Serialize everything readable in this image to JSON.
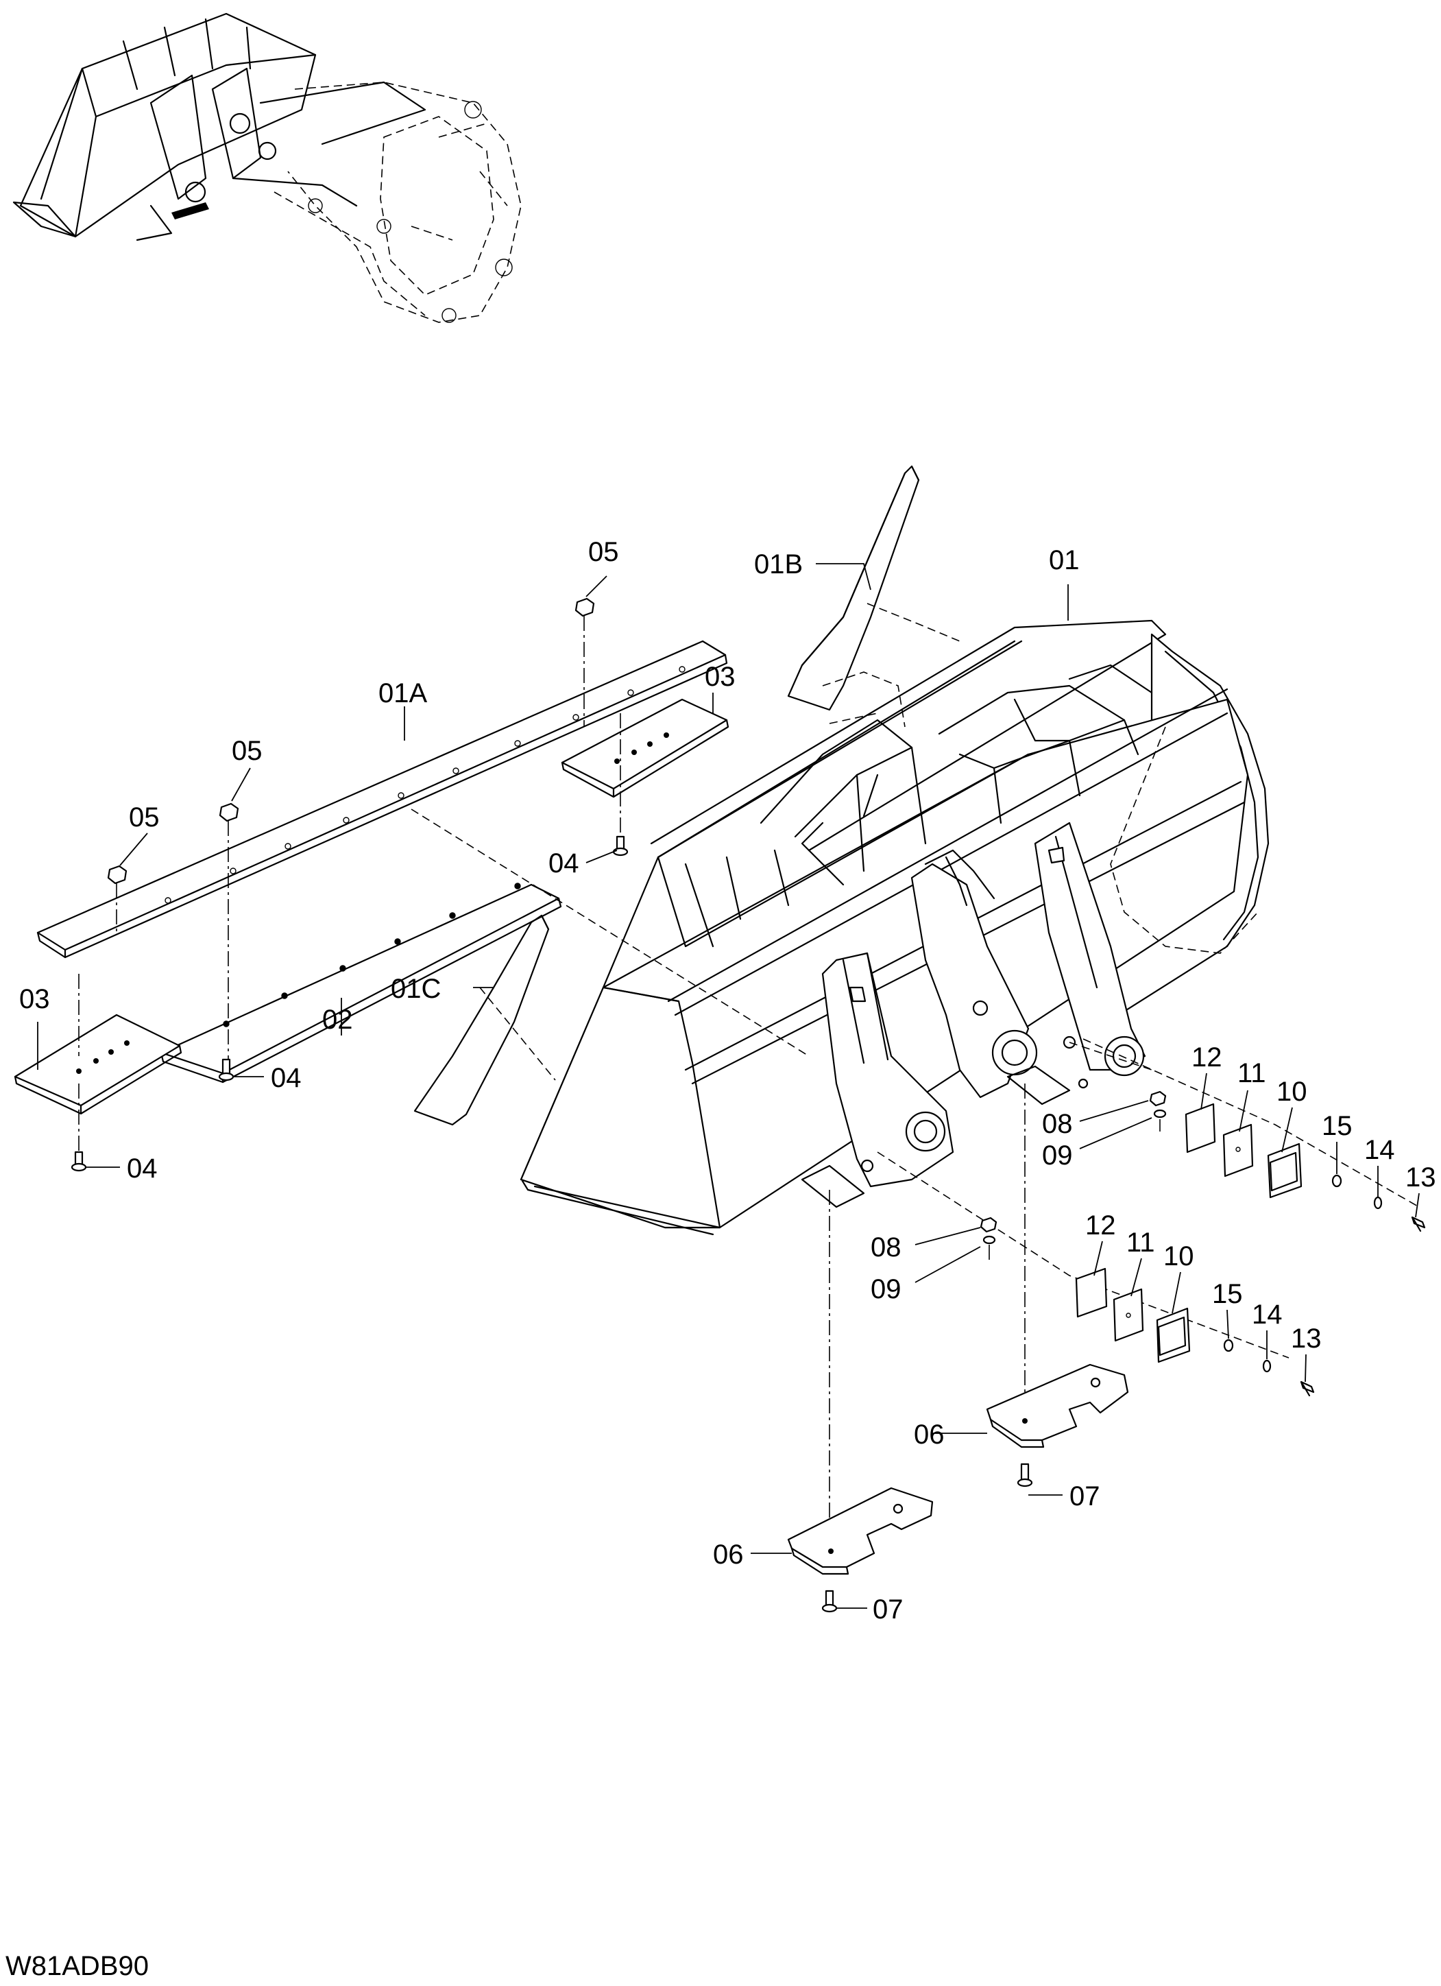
{
  "drawing": {
    "code": "W81ADB90"
  },
  "labels": {
    "p01": "01",
    "p01A": "01A",
    "p01B": "01B",
    "p01C": "01C",
    "p02": "02",
    "p03": "03",
    "p04": "04",
    "p05": "05",
    "p06": "06",
    "p07": "07",
    "p08": "08",
    "p09": "09",
    "p10": "10",
    "p11": "11",
    "p12": "12",
    "p13": "13",
    "p14": "14",
    "p15": "15"
  }
}
